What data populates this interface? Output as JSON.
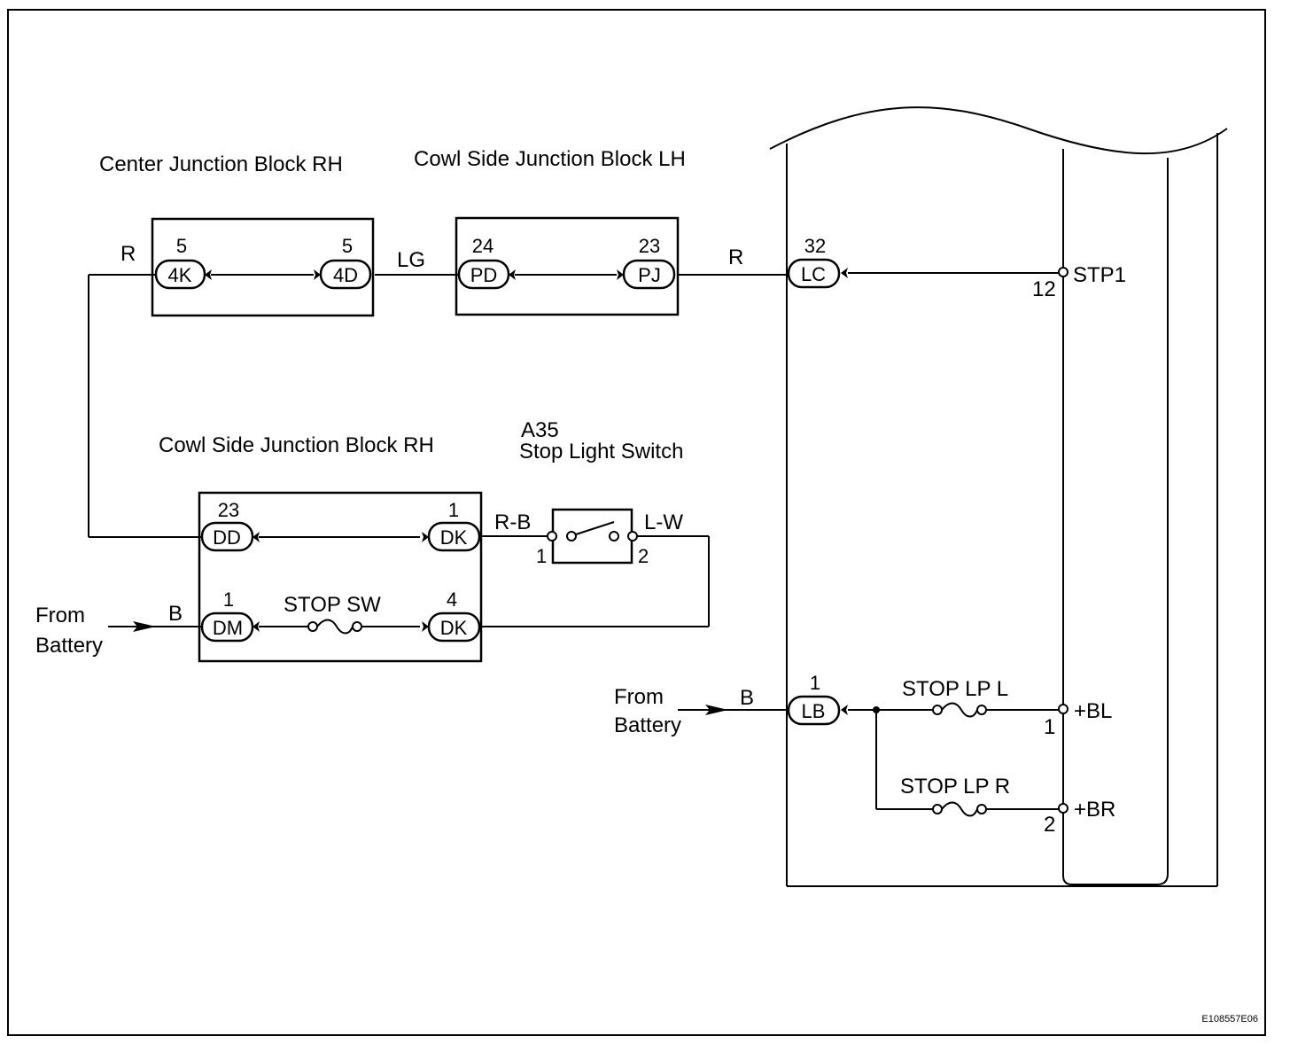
{
  "diagram_code": "E108557E06",
  "blocks": {
    "center_jb_rh": "Center Junction Block RH",
    "cowl_jb_lh": "Cowl Side Junction Block LH",
    "cowl_jb_rh": "Cowl Side Junction Block RH"
  },
  "stop_light_switch": {
    "ref": "A35",
    "name": "Stop Light Switch",
    "pin_in": "1",
    "pin_out": "2"
  },
  "connectors": {
    "c4K": {
      "id": "4K",
      "pin": "5"
    },
    "c4D": {
      "id": "4D",
      "pin": "5"
    },
    "cPD": {
      "id": "PD",
      "pin": "24"
    },
    "cPJ": {
      "id": "PJ",
      "pin": "23"
    },
    "cLC": {
      "id": "LC",
      "pin": "32"
    },
    "cDD": {
      "id": "DD",
      "pin": "23"
    },
    "cDK1": {
      "id": "DK",
      "pin": "1"
    },
    "cDM": {
      "id": "DM",
      "pin": "1"
    },
    "cDK4": {
      "id": "DK",
      "pin": "4"
    },
    "cLB": {
      "id": "LB",
      "pin": "1"
    }
  },
  "wires": {
    "r_left": "R",
    "lg": "LG",
    "r_mid": "R",
    "rb": "R-B",
    "lw": "L-W",
    "b_left": "B",
    "b_right": "B"
  },
  "fuses": {
    "stop_sw": "STOP SW",
    "stop_lp_l": "STOP LP L",
    "stop_lp_r": "STOP LP R"
  },
  "battery": {
    "line1": "From",
    "line2": "Battery"
  },
  "terminals": {
    "stp1": {
      "name": "STP1",
      "pin": "12"
    },
    "bl": {
      "name": "+BL",
      "pin": "1"
    },
    "br": {
      "name": "+BR",
      "pin": "2"
    }
  }
}
